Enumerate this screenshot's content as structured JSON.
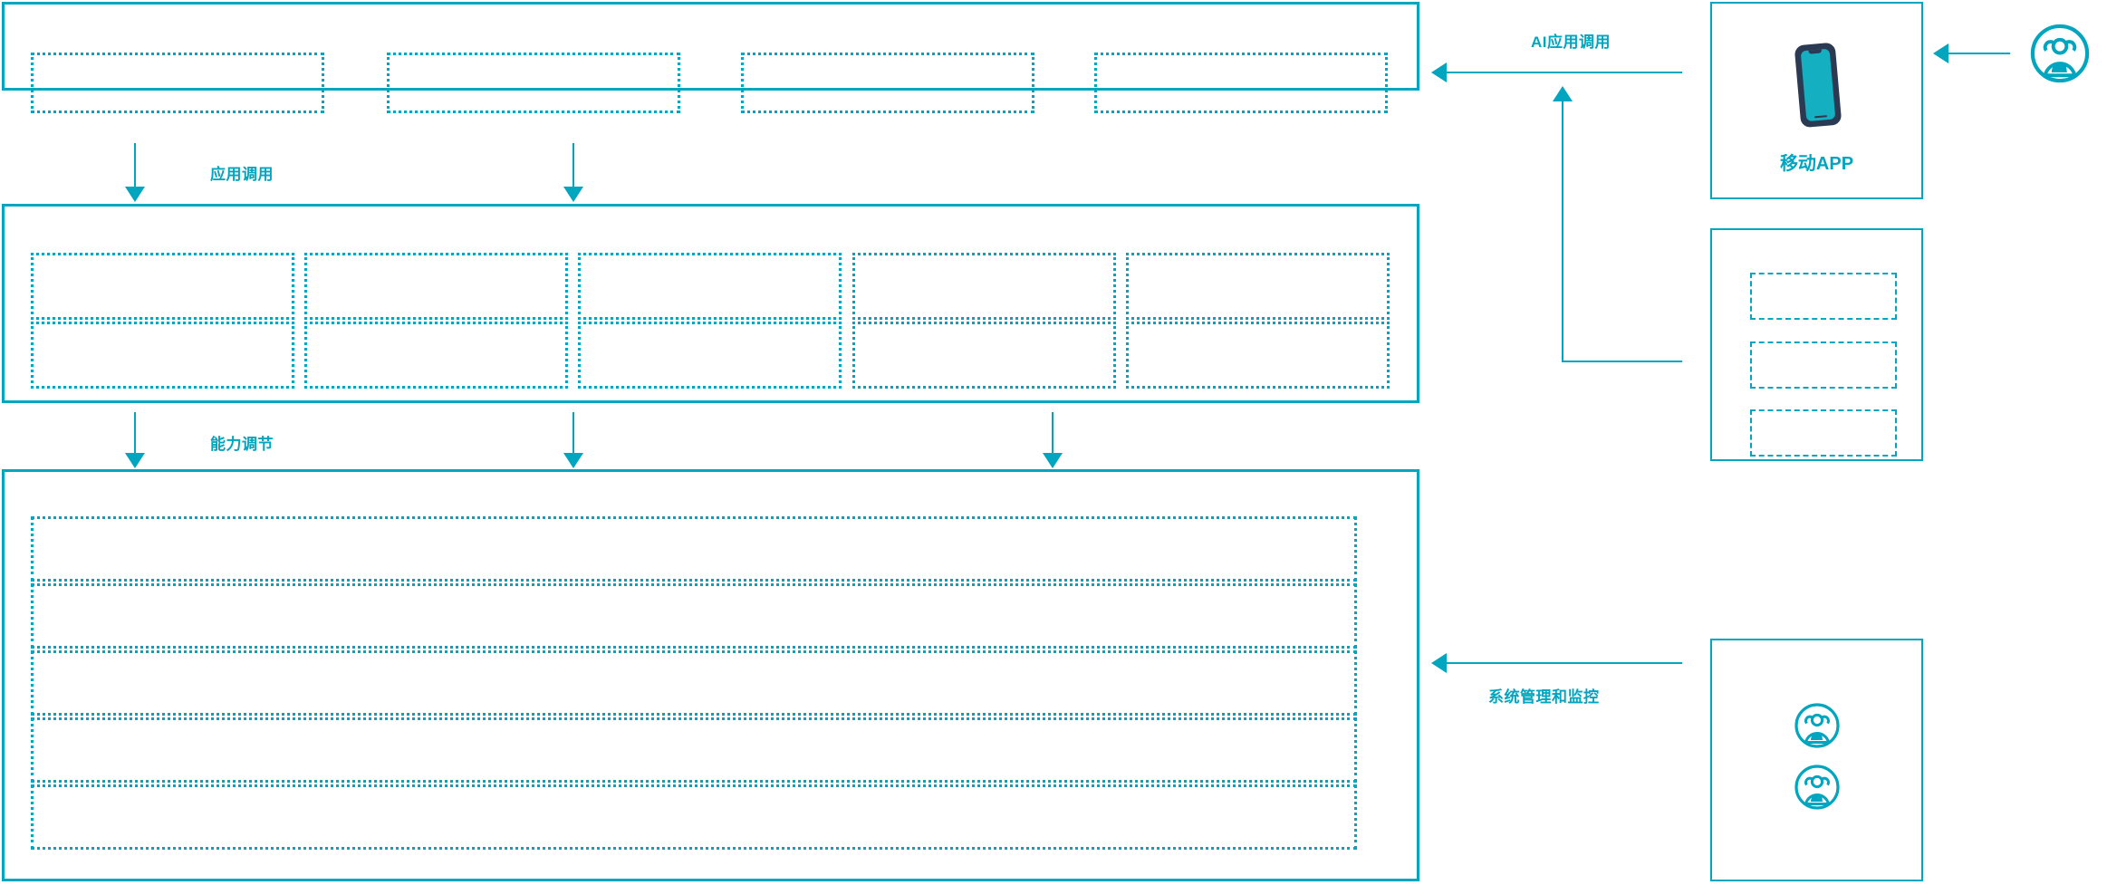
{
  "diagram": {
    "accent_color": "#00A5BF",
    "phone_frame_color": "#2B3A52",
    "phone_screen_color": "#14AFC0",
    "background_color": "#FFFFFF"
  },
  "layers": {
    "application_layer": {
      "name": "application-layer-panel",
      "slots": [
        {
          "label": ""
        },
        {
          "label": ""
        },
        {
          "label": ""
        },
        {
          "label": ""
        }
      ]
    },
    "capability_layer": {
      "name": "capability-layer-panel",
      "columns": 5,
      "rows": 2,
      "slots": [
        {
          "label": ""
        },
        {
          "label": ""
        },
        {
          "label": ""
        },
        {
          "label": ""
        },
        {
          "label": ""
        },
        {
          "label": ""
        },
        {
          "label": ""
        },
        {
          "label": ""
        },
        {
          "label": ""
        },
        {
          "label": ""
        }
      ]
    },
    "infrastructure_layer": {
      "name": "infrastructure-layer-panel",
      "slots": [
        {
          "label": ""
        },
        {
          "label": ""
        },
        {
          "label": ""
        },
        {
          "label": ""
        },
        {
          "label": ""
        }
      ]
    }
  },
  "flows": [
    {
      "id": "app-call",
      "label": "应用调用",
      "direction": "down"
    },
    {
      "id": "capability-tune",
      "label": "能力调节",
      "direction": "down"
    },
    {
      "id": "ai-app-call",
      "label": "AI应用调用",
      "direction": "left"
    },
    {
      "id": "sys-mgmt",
      "label": "系统管理和监控",
      "direction": "left"
    }
  ],
  "right_column": {
    "mobile_app_box": {
      "caption": "移动APP",
      "icon": "smartphone-icon"
    },
    "service_box": {
      "caption": "",
      "slots": [
        {
          "label": ""
        },
        {
          "label": ""
        },
        {
          "label": ""
        }
      ]
    },
    "admin_box": {
      "caption": "",
      "icons": [
        "user-group-icon",
        "user-group-icon"
      ]
    },
    "external_actor": {
      "icon": "user-group-icon",
      "label": ""
    }
  }
}
